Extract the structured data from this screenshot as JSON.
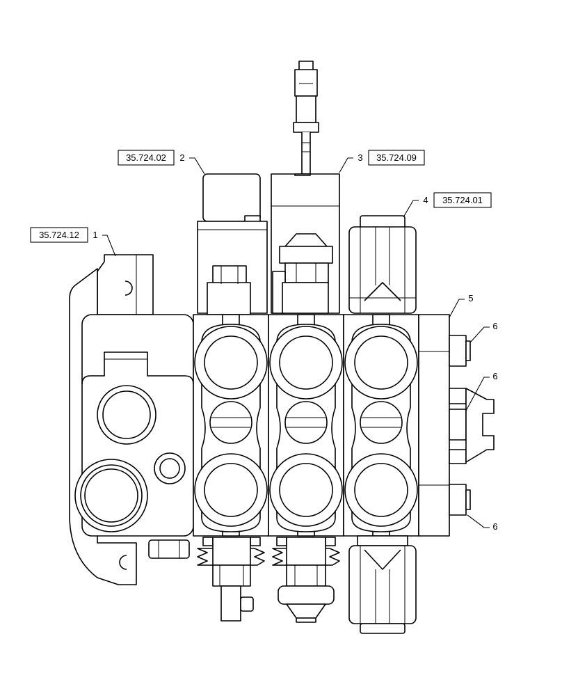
{
  "references": {
    "r1": {
      "code": "35.724.12",
      "item": "1"
    },
    "r2": {
      "code": "35.724.02",
      "item": "2"
    },
    "r3": {
      "code": "35.724.09",
      "item": "3"
    },
    "r4": {
      "code": "35.724.01",
      "item": "4"
    }
  },
  "callouts": {
    "c5": "5",
    "c6a": "6",
    "c6b": "6",
    "c6c": "6"
  },
  "icons": {
    "valve": "hydraulic-control-valve-drawing"
  }
}
